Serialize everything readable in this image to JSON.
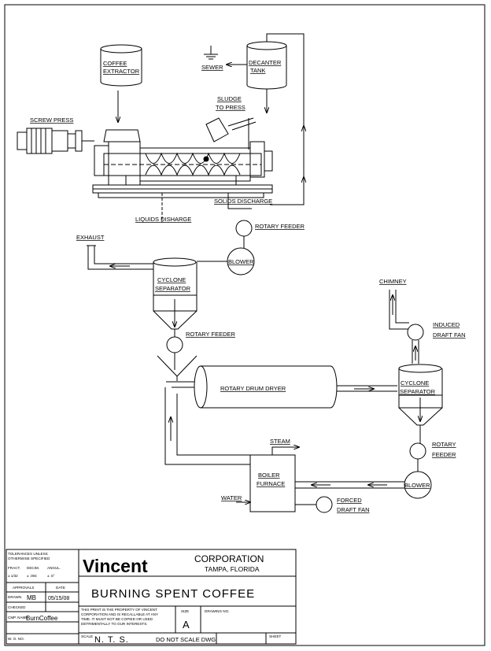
{
  "labels": {
    "coffee_extractor_1": "COFFEE",
    "coffee_extractor_2": "EXTRACTOR",
    "sewer": "SEWER",
    "decanter_1": "DECANTER",
    "decanter_2": "TANK",
    "sludge_1": "SLUDGE",
    "sludge_2": "TO PRESS",
    "screw_press": "SCREW PRESS",
    "solids_discharge": "SOLIDS DISCHARGE",
    "liquids_discharge": "LIQUIDS DISHARGE",
    "rotary_feeder_top": "ROTARY FEEDER",
    "exhaust": "EXHAUST",
    "blower_top": "BLOWER",
    "cyclone1_1": "CYCLONE",
    "cyclone1_2": "SEPARATOR",
    "chimney": "CHIMNEY",
    "induced_1": "INDUCED",
    "induced_2": "DRAFT FAN",
    "rotary_feeder_mid": "ROTARY FEEDER",
    "rotary_drum_dryer": "ROTARY DRUM DRYER",
    "cyclone2_1": "CYCLONE",
    "cyclone2_2": "SEPARATOR",
    "steam": "STEAM",
    "rotary_feeder_right_1": "ROTARY",
    "rotary_feeder_right_2": "FEEDER",
    "boiler_1": "BOILER",
    "boiler_2": "FURNACE",
    "blower_bottom": "BLOWER",
    "water": "WATER",
    "forced_1": "FORCED",
    "forced_2": "DRAFT FAN"
  },
  "title_block": {
    "tolerances_1": "TOLERANCES UNLESS",
    "tolerances_2": "OTHERWISE SPECIFIED",
    "fract_label": "FRACT.",
    "decim_label": "DECIM.",
    "angul_label": "ANGUL.",
    "fract_value": "± 1/32",
    "decim_value": "± .004",
    "angul_value": "± .5°",
    "approvals": "APPROVALS",
    "date_label": "DATE",
    "drawn_label": "DRAWN",
    "drawn_by": "MB",
    "drawn_date": "05/15/08",
    "checked_label": "CHECKED",
    "cmp_name_label": "CMP. NAME",
    "cmp_name_value": "BurnCoffee",
    "wo_label": "W. O. NO.",
    "company_name": "Vincent",
    "company_suffix": "CORPORATION",
    "company_city": "TAMPA, FLORIDA",
    "drawing_title": "BURNING SPENT COFFEE",
    "property_1": "THIS PRINT IS THE PROPERTY OF VINCENT",
    "property_2": "CORPORATION AND IS RECALLABLE AT ANY",
    "property_3": "TIME. IT MUST NOT BE COPIED OR USED",
    "property_4": "DETRIMENTALLY TO OUR INTERESTS.",
    "size_label": "SIZE",
    "size_value": "A",
    "drawing_no_label": "DRAWING NO.",
    "scale_label": "SCALE",
    "scale_value": "N. T. S.",
    "do_not_scale": "DO NOT SCALE DWG.",
    "sheet_label": "SHEET"
  }
}
